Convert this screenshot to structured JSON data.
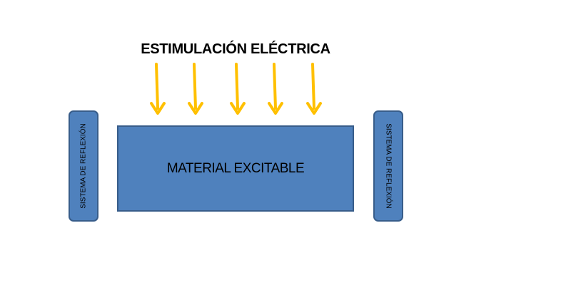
{
  "diagram": {
    "title": "ESTIMULACIÓN ELÉCTRICA",
    "material_label": "MATERIAL EXCITABLE",
    "reflector_left_label": "SISTEMA DE REFLEXIÓN",
    "reflector_right_label": "SISTEMA DE REFLEXIÓN",
    "arrow_count": 5
  },
  "colors": {
    "arrow": "#ffc000",
    "box_fill": "#4f81bd",
    "box_border": "#385d8a",
    "text": "#000000"
  }
}
